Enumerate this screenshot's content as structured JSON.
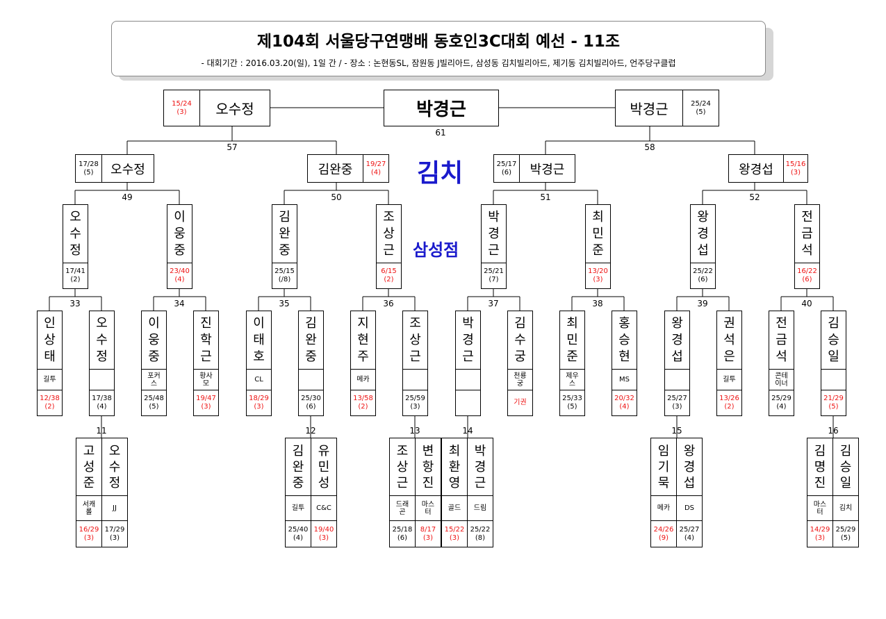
{
  "header": {
    "title": "제104회 서울당구연맹배 동호인3C대회 예선 - 11조",
    "subtitle": "- 대회기간 : 2016.03.20(일), 1일 간 / - 장소 : 논현동SL, 잠원동 J빌리아드, 삼성동 김치빌리아드, 제기동 김치빌리아드, 언주당구클럽"
  },
  "labels": {
    "venue_kimchi": "김치",
    "venue_samsung": "삼성점"
  },
  "final": {
    "winner": "박경근",
    "match_no": "61"
  },
  "semis": [
    {
      "name": "오수정",
      "score": "15/24\n(3)",
      "red": true
    },
    {
      "name": "박경근",
      "score": "25/24\n(5)",
      "red": false
    }
  ],
  "quarters": [
    {
      "name": "오수정",
      "score": "17/28\n(5)",
      "red": false
    },
    {
      "name": "김완중",
      "score": "19/27\n(4)",
      "red": true
    },
    {
      "name": "박경근",
      "score": "25/17\n(6)",
      "red": false
    },
    {
      "name": "왕경섭",
      "score": "15/16\n(3)",
      "red": true
    }
  ],
  "round16": [
    {
      "name": "오\n수\n정",
      "score": "17/41\n(2)",
      "red": false
    },
    {
      "name": "이\n웅\n중",
      "score": "23/40\n(4)",
      "red": true
    },
    {
      "name": "김\n완\n중",
      "score": "25/15\n(/8)",
      "red": false
    },
    {
      "name": "조\n상\n근",
      "score": "6/15\n(2)",
      "red": true
    },
    {
      "name": "박\n경\n근",
      "score": "25/21\n(7)",
      "red": false
    },
    {
      "name": "최\n민\n준",
      "score": "13/20\n(3)",
      "red": true
    },
    {
      "name": "왕\n경\n섭",
      "score": "25/22\n(6)",
      "red": false
    },
    {
      "name": "전\n금\n석",
      "score": "16/22\n(6)",
      "red": true
    }
  ],
  "round32": [
    {
      "name": "인\n상\n태",
      "club": "길투",
      "score": "12/38\n(2)",
      "red": true
    },
    {
      "name": "오\n수\n정",
      "club": "",
      "score": "17/38\n(4)",
      "red": false
    },
    {
      "name": "이\n웅\n중",
      "club": "포커\n스",
      "score": "25/48\n(5)",
      "red": false
    },
    {
      "name": "진\n학\n근",
      "club": "황사\n모",
      "score": "19/47\n(3)",
      "red": true
    },
    {
      "name": "이\n태\n호",
      "club": "CL",
      "score": "18/29\n(3)",
      "red": true
    },
    {
      "name": "김\n완\n중",
      "club": "",
      "score": "25/30\n(6)",
      "red": false
    },
    {
      "name": "지\n현\n주",
      "club": "메카",
      "score": "13/58\n(2)",
      "red": true
    },
    {
      "name": "조\n상\n근",
      "club": "",
      "score": "25/59\n(3)",
      "red": false
    },
    {
      "name": "박\n경\n근",
      "club": "",
      "score": "",
      "red": false
    },
    {
      "name": "김\n수\n궁",
      "club": "천룡\n궁",
      "score": "기권",
      "red": true
    },
    {
      "name": "최\n민\n준",
      "club": "제우\n스",
      "score": "25/33\n(5)",
      "red": false
    },
    {
      "name": "홍\n승\n현",
      "club": "MS",
      "score": "20/32\n(4)",
      "red": true
    },
    {
      "name": "왕\n경\n섭",
      "club": "",
      "score": "25/27\n(3)",
      "red": false
    },
    {
      "name": "권\n석\n은",
      "club": "길투",
      "score": "13/26\n(2)",
      "red": true
    },
    {
      "name": "전\n금\n석",
      "club": "콘테\n이너",
      "score": "25/29\n(4)",
      "red": false
    },
    {
      "name": "김\n승\n일",
      "club": "",
      "score": "21/29\n(5)",
      "red": true
    }
  ],
  "prelim": [
    {
      "name": "고\n성\n준",
      "club": "서캐\n롤",
      "score": "16/29\n(3)",
      "red": true
    },
    {
      "name": "오\n수\n정",
      "club": "JJ",
      "score": "17/29\n(3)",
      "red": false
    },
    {
      "name": "김\n완\n중",
      "club": "길투",
      "score": "25/40\n(4)",
      "red": false
    },
    {
      "name": "유\n민\n성",
      "club": "C&C",
      "score": "19/40\n(3)",
      "red": true
    },
    {
      "name": "조\n상\n근",
      "club": "드래\n곤",
      "score": "25/18\n(6)",
      "red": false
    },
    {
      "name": "변\n항\n진",
      "club": "마스\n터",
      "score": "8/17\n(3)",
      "red": true
    },
    {
      "name": "최\n환\n영",
      "club": "골드",
      "score": "15/22\n(3)",
      "red": true
    },
    {
      "name": "박\n경\n근",
      "club": "드림",
      "score": "25/22\n(8)",
      "red": false
    },
    {
      "name": "임\n기\n묵",
      "club": "메카",
      "score": "24/26\n(9)",
      "red": true
    },
    {
      "name": "왕\n경\n섭",
      "club": "DS",
      "score": "25/27\n(4)",
      "red": false
    },
    {
      "name": "김\n명\n진",
      "club": "마스\n터",
      "score": "14/29\n(3)",
      "red": true
    },
    {
      "name": "김\n승\n일",
      "club": "김치",
      "score": "25/29\n(5)",
      "red": false
    }
  ],
  "match_numbers": {
    "semis": [
      "57",
      "58"
    ],
    "quarters": [
      "49",
      "50",
      "51",
      "52"
    ],
    "round16": [
      "33",
      "34",
      "35",
      "36",
      "37",
      "38",
      "39",
      "40"
    ],
    "prelim": [
      "11",
      "12",
      "13",
      "14",
      "15",
      "16"
    ]
  }
}
